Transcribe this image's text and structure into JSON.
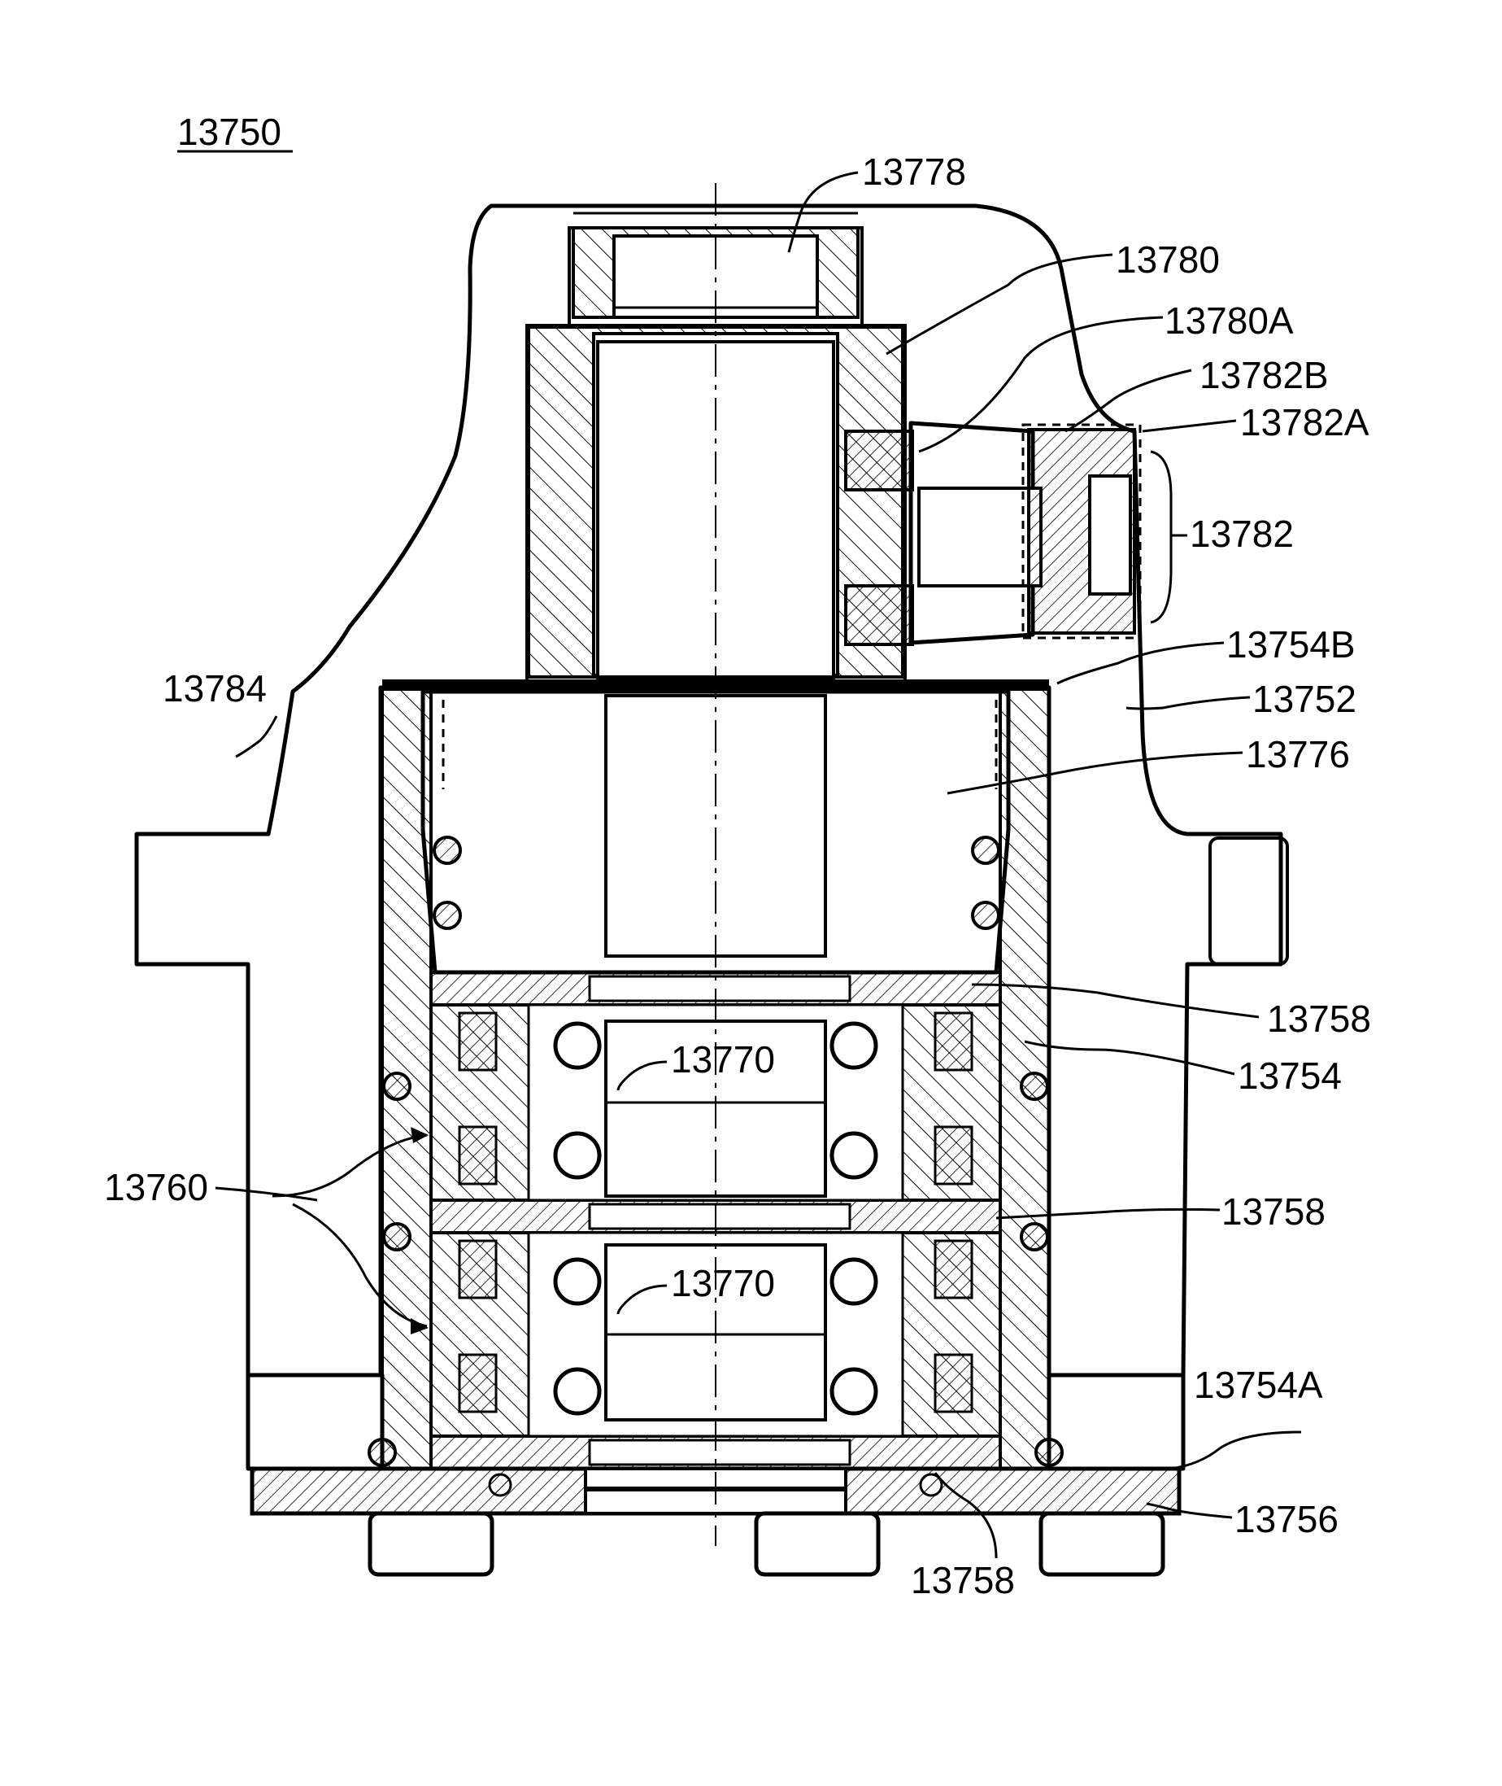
{
  "figure": {
    "reference": "13750",
    "labels": {
      "l13778": "13778",
      "l13780": "13780",
      "l13780A": "13780A",
      "l13782B": "13782B",
      "l13782A": "13782A",
      "l13782": "13782",
      "l13784": "13784",
      "l13754B": "13754B",
      "l13752": "13752",
      "l13776": "13776",
      "l13758a": "13758",
      "l13754": "13754",
      "l13770a": "13770",
      "l13760": "13760",
      "l13758b": "13758",
      "l13770b": "13770",
      "l13754A": "13754A",
      "l13756": "13756",
      "l13758c": "13758"
    }
  }
}
